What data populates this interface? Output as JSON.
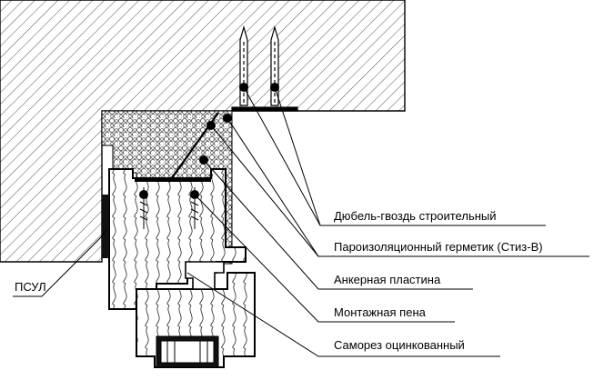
{
  "labels": {
    "dowel": "Дюбель-гвоздь строительный",
    "sealant": "Пароизоляционный герметик (Стиз-В)",
    "anchor": "Анкерная пластина",
    "foam": "Монтажная пена",
    "screw": "Саморез оцинкованный",
    "psul": "ПСУЛ"
  },
  "colors": {
    "line": "#000000",
    "background": "#ffffff"
  }
}
